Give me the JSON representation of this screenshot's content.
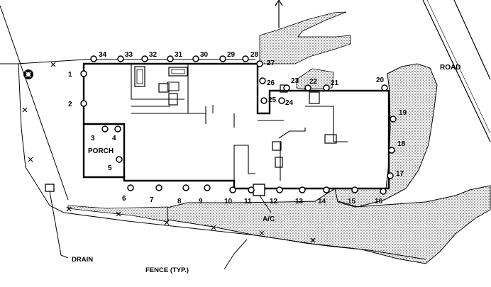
{
  "plan": {
    "labels": {
      "road": "ROAD",
      "porch": "PORCH",
      "ac": "A/C",
      "drain": "DRAIN",
      "fence": "FENCE (TYP.)"
    },
    "points": [
      "1",
      "2",
      "3",
      "4",
      "5",
      "6",
      "7",
      "8",
      "9",
      "10",
      "11",
      "12",
      "13",
      "14",
      "15",
      "16",
      "17",
      "18",
      "19",
      "20",
      "21",
      "22",
      "23",
      "24",
      "25",
      "26",
      "27",
      "28",
      "29",
      "30",
      "31",
      "32",
      "33",
      "34"
    ]
  }
}
